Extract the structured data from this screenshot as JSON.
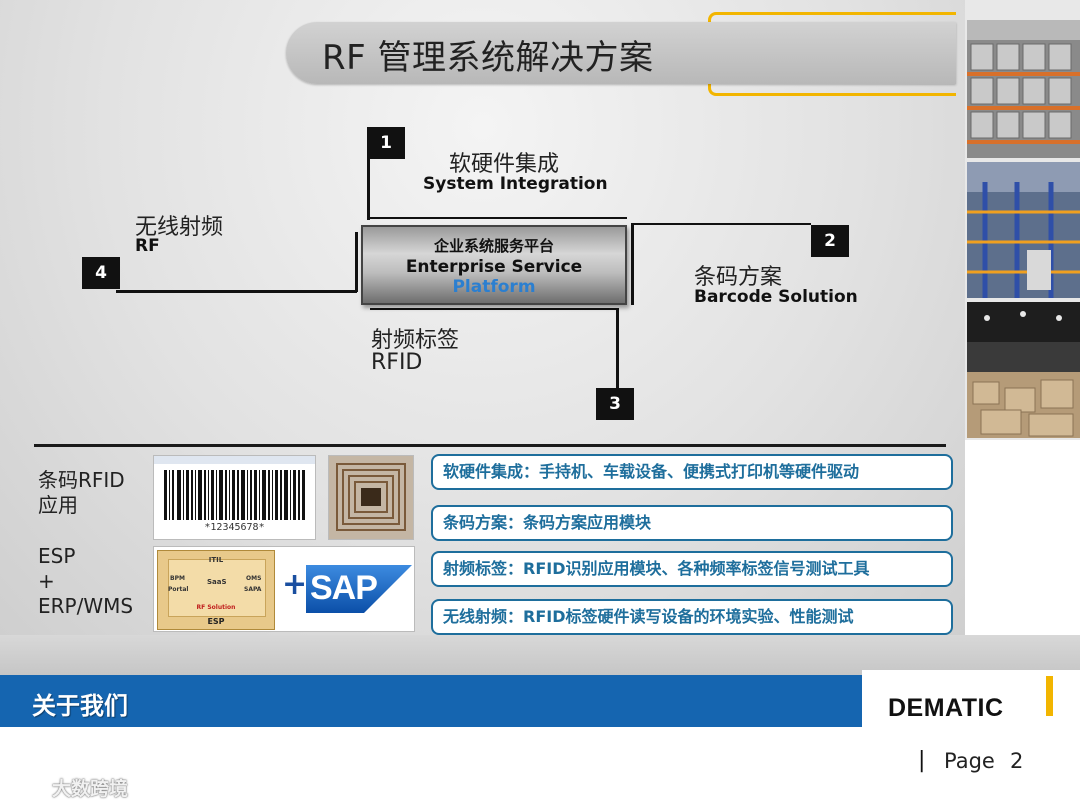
{
  "title": "RF 管理系统解决方案",
  "center": {
    "cn": "企业系统服务平台",
    "en_line1": "Enterprise Service",
    "en_line2": "Platform"
  },
  "nodes": [
    {
      "num": "1",
      "cn": "软硬件集成",
      "en": "System Integration"
    },
    {
      "num": "2",
      "cn": "条码方案",
      "en": "Barcode Solution"
    },
    {
      "num": "3",
      "cn": "射频标签",
      "en": "RFID"
    },
    {
      "num": "4",
      "cn": "无线射频",
      "en": "RF"
    }
  ],
  "left_labels": {
    "barcode_rfid_line1": "条码RFID",
    "barcode_rfid_line2": "应用",
    "esp_line1": "ESP",
    "esp_line2": "+",
    "esp_line3": "ERP/WMS"
  },
  "barcode_number": "*12345678*",
  "esp_diagram": {
    "itil": "ITIL",
    "bpm": "BPM",
    "portal": "Portal",
    "saas": "SaaS",
    "oms": "OMS",
    "sapa": "SAPA",
    "rf_solution": "RF Solution",
    "esp": "ESP"
  },
  "sap_plus": "+",
  "sap_logo": "SAP",
  "info_items": [
    "软硬件集成：手持机、车载设备、便携式打印机等硬件驱动",
    "条码方案：条码方案应用模块",
    "射频标签：RFID识别应用模块、各种频率标签信号测试工具",
    "无线射频：RFID标签硬件读写设备的环境实验、性能测试"
  ],
  "footer": {
    "section": "关于我们",
    "logo": "DEMATIC",
    "page_sep": "|",
    "page_label": "Page",
    "page_number": "2"
  },
  "watermark": "大数跨境",
  "colors": {
    "brand_blue": "#1565b0",
    "accent_yellow": "#f2b500",
    "info_text": "#1e6e9c",
    "platform_blue": "#2b7fd0"
  }
}
